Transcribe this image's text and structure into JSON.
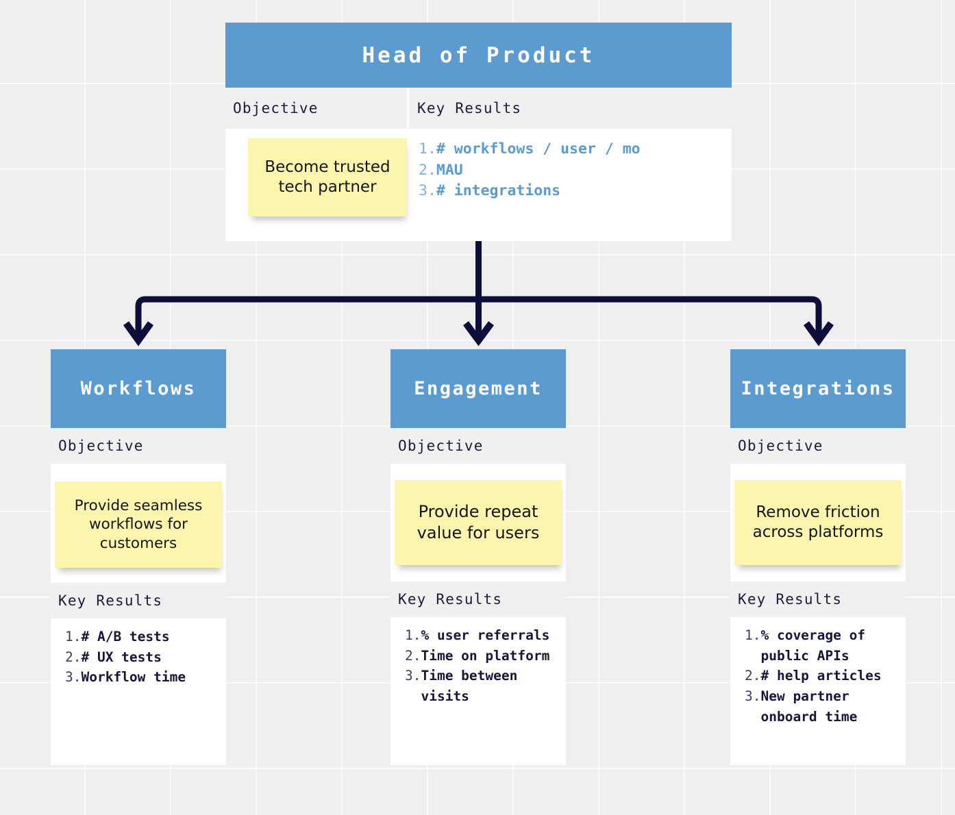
{
  "diagram": {
    "title_root": "Head of Product",
    "section_labels": {
      "objective": "Objective",
      "key_results": "Key Results"
    },
    "colors": {
      "header_blue": "#5b9bd0",
      "sticky_yellow": "#fbf5ae",
      "connector_navy": "#0e0e3a",
      "kr_blue": "#5b9bd0",
      "kr_navy": "#16163a",
      "background_gray": "#efefef"
    }
  },
  "root": {
    "title": "Head of Product",
    "objective_label": "Objective",
    "key_results_label": "Key Results",
    "objective": "Become trusted tech partner",
    "key_results": [
      {
        "num": "1.",
        "text": "# workflows / user / mo"
      },
      {
        "num": "2.",
        "text": "MAU"
      },
      {
        "num": "3.",
        "text": "# integrations"
      }
    ]
  },
  "children": [
    {
      "title": "Workflows",
      "objective_label": "Objective",
      "key_results_label": "Key Results",
      "objective": "Provide seamless workflows for customers",
      "key_results": [
        {
          "num": "1.",
          "text": "# A/B tests"
        },
        {
          "num": "2.",
          "text": "# UX tests"
        },
        {
          "num": "3.",
          "text": "Workflow time"
        }
      ]
    },
    {
      "title": "Engagement",
      "objective_label": "Objective",
      "key_results_label": "Key Results",
      "objective": "Provide repeat value for users",
      "key_results": [
        {
          "num": "1.",
          "text": "% user referrals"
        },
        {
          "num": "2.",
          "text": "Time on platform"
        },
        {
          "num": "3.",
          "text": "Time between visits"
        }
      ]
    },
    {
      "title": "Integrations",
      "objective_label": "Objective",
      "key_results_label": "Key Results",
      "objective": "Remove friction across platforms",
      "key_results": [
        {
          "num": "1.",
          "text": "% coverage of public APIs"
        },
        {
          "num": "2.",
          "text": "# help articles"
        },
        {
          "num": "3.",
          "text": "New partner onboard time"
        }
      ]
    }
  ]
}
